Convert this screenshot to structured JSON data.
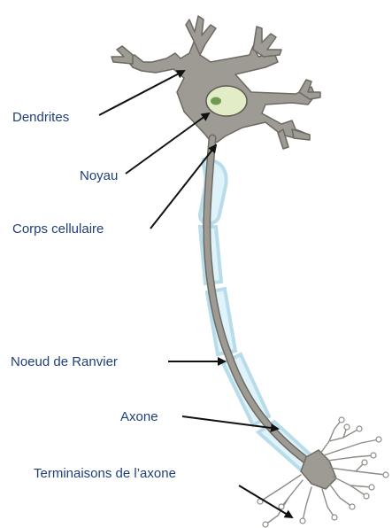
{
  "labels": {
    "dendrites": "Dendrites",
    "nucleus": "Noyau",
    "cell_body": "Corps cellulaire",
    "node_of_ranvier": "Noeud de Ranvier",
    "axon": "Axone",
    "axon_terminals": "Terminaisons de l’axone"
  },
  "colors": {
    "label_text": "#1f3f7a",
    "arrow": "#111111",
    "neuron_fill": "#9e9b94",
    "neuron_stroke": "#6d6a64",
    "myelin_fill": "#dff3fb",
    "myelin_stroke": "#b9dceb",
    "nucleus_fill": "#e2edc7",
    "nucleolus_fill": "#6f9a52"
  }
}
